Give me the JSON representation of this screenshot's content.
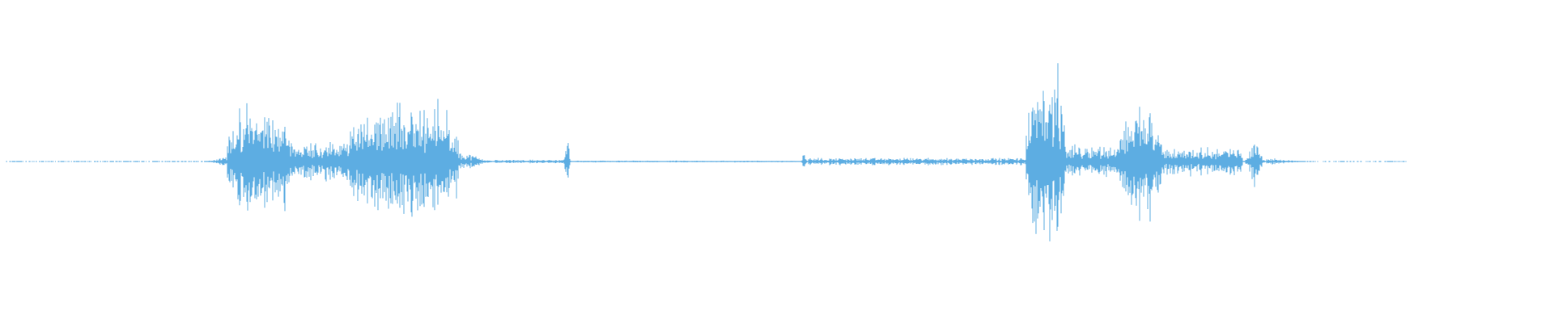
{
  "waveform": {
    "color": "#5DADE2",
    "background": "#ffffff",
    "duration_fraction_with_audio": 0.9,
    "segments": [
      {
        "start": 0.0,
        "end": 0.132,
        "amp": 0.003,
        "kind": "silence"
      },
      {
        "start": 0.132,
        "end": 0.146,
        "amp": 0.06,
        "kind": "onset"
      },
      {
        "start": 0.146,
        "end": 0.188,
        "amp": 0.55,
        "kind": "burst"
      },
      {
        "start": 0.188,
        "end": 0.222,
        "amp": 0.22,
        "kind": "mid"
      },
      {
        "start": 0.222,
        "end": 0.295,
        "amp": 0.62,
        "kind": "burst"
      },
      {
        "start": 0.295,
        "end": 0.318,
        "amp": 0.12,
        "kind": "decay"
      },
      {
        "start": 0.318,
        "end": 0.362,
        "amp": 0.02,
        "kind": "noise"
      },
      {
        "start": 0.362,
        "end": 0.368,
        "amp": 0.28,
        "kind": "click"
      },
      {
        "start": 0.368,
        "end": 0.515,
        "amp": 0.01,
        "kind": "noise"
      },
      {
        "start": 0.515,
        "end": 0.52,
        "amp": 0.14,
        "kind": "click"
      },
      {
        "start": 0.52,
        "end": 0.66,
        "amp": 0.04,
        "kind": "noise"
      },
      {
        "start": 0.66,
        "end": 0.685,
        "amp": 0.95,
        "kind": "burst"
      },
      {
        "start": 0.685,
        "end": 0.72,
        "amp": 0.18,
        "kind": "mid"
      },
      {
        "start": 0.72,
        "end": 0.748,
        "amp": 0.55,
        "kind": "burst"
      },
      {
        "start": 0.748,
        "end": 0.8,
        "amp": 0.15,
        "kind": "mid"
      },
      {
        "start": 0.8,
        "end": 0.815,
        "amp": 0.3,
        "kind": "click"
      },
      {
        "start": 0.815,
        "end": 0.84,
        "amp": 0.04,
        "kind": "decay"
      },
      {
        "start": 0.84,
        "end": 0.905,
        "amp": 0.004,
        "kind": "silence"
      },
      {
        "start": 0.905,
        "end": 1.0,
        "amp": 0.0,
        "kind": "empty"
      }
    ]
  }
}
